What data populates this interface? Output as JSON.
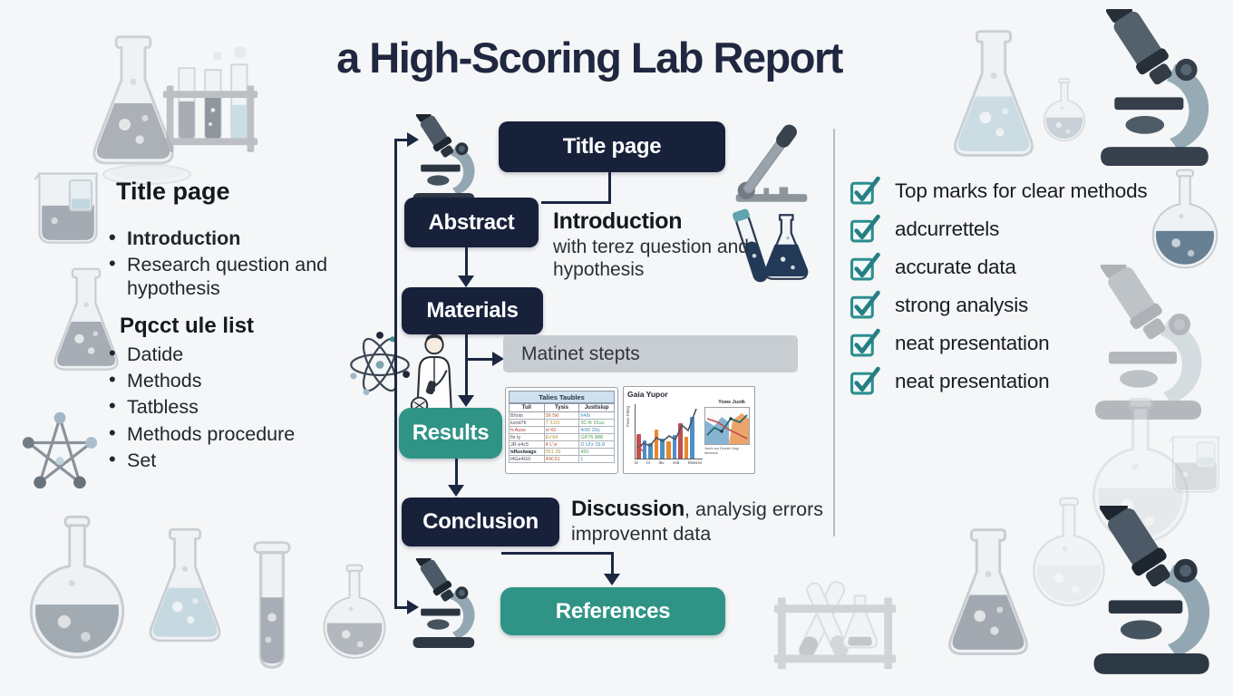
{
  "title": "a High-Scoring Lab Report",
  "left_panel": {
    "title_section": {
      "heading": "Title page",
      "bullet_bold": "Introduction",
      "bullet_regular": "Research question and hypothesis"
    },
    "list_section": {
      "heading": "Pqcct ule list",
      "items": [
        "Datide",
        "Methods",
        "Tatbless",
        "Methods procedure",
        "Set"
      ]
    }
  },
  "flowchart": {
    "nodes": {
      "title_page": "Title page",
      "abstract": "Abstract",
      "materials": "Materials",
      "results": "Results",
      "conclusion": "Conclusion",
      "references": "References"
    },
    "intro_annotation": {
      "heading": "Introduction",
      "body": "with terez question and hypothesis"
    },
    "materials_note": "Matinet stepts",
    "discussion_annotation": {
      "heading": "Discussion",
      "body": ", analysig errors improvennt data"
    },
    "table_card": {
      "title": "Talies Taubles",
      "columns": [
        "Tuil",
        "Tysis",
        "Justtslup"
      ],
      "rows": [
        [
          "B/tois",
          "36 5ki",
          "h4/b"
        ],
        [
          "ksnd7ti",
          "T 51t3",
          "3C-B 15uu"
        ],
        [
          "h:Auss",
          "ie'43",
          "4r50 20y"
        ],
        [
          "fix ty",
          "Ex'94",
          "GP75 888"
        ],
        [
          "JR e4c5",
          "4 L'vi",
          "D Ul'z 29.8"
        ],
        [
          "tdfuslwags",
          "951 39",
          "450"
        ],
        [
          "l4Ge4G0",
          "49C51",
          "1"
        ]
      ]
    },
    "chart_card": {
      "title": "Gaia Yupor",
      "y_label": "Fwsx Fdstg",
      "x_labels": [
        "t2",
        "t4",
        "t5v",
        "4s6",
        "h5ws4x"
      ],
      "inset_title": "Yows Justk",
      "inset_caption": "Jaxrh ws Grsnth Yogr tdfvssue",
      "bars": [
        {
          "v": 48,
          "c": "#c0504d"
        },
        {
          "v": 36,
          "c": "#4f8fc6"
        },
        {
          "v": 30,
          "c": "#4f8fc6"
        },
        {
          "v": 58,
          "c": "#e8872e"
        },
        {
          "v": 40,
          "c": "#4f8fc6"
        },
        {
          "v": 34,
          "c": "#e8872e"
        },
        {
          "v": 46,
          "c": "#4f8fc6"
        },
        {
          "v": 70,
          "c": "#c0504d"
        },
        {
          "v": 42,
          "c": "#e8872e"
        },
        {
          "v": 82,
          "c": "#4f8fc6"
        }
      ]
    }
  },
  "checklist": {
    "items": [
      "Top marks for clear methods",
      "adcurrettels",
      "accurate data",
      "strong analysis",
      "neat presentation",
      "neat presentation"
    ]
  },
  "colors": {
    "navy_box": "#17213a",
    "teal_box": "#2f9486",
    "check_teal": "#2d8d8f",
    "note_bar": "#c8cdd2",
    "title_text": "#202740"
  },
  "decor_icons": [
    "erlenmeyer-flask",
    "round-flask",
    "beaker",
    "test-tube",
    "tube-rack",
    "microscope",
    "star-molecule",
    "atom",
    "scientist",
    "crossed-tube-rack",
    "clamp-tool",
    "petri-dish",
    "tube-and-flask"
  ]
}
